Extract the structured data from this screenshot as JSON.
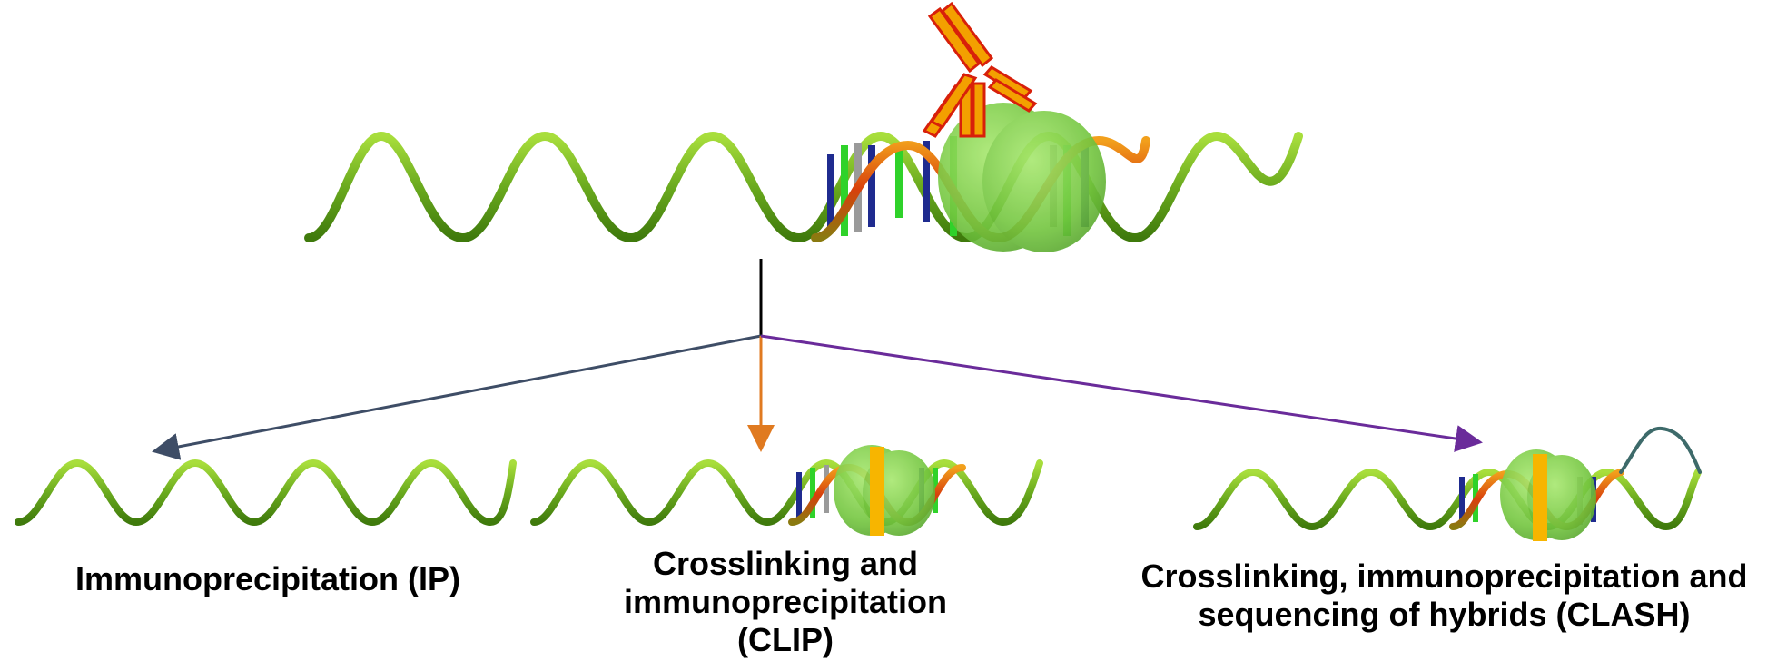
{
  "methods": [
    {
      "id": "ip",
      "lines": [
        "Immunoprecipitation (IP)"
      ]
    },
    {
      "id": "clip",
      "lines": [
        "Crosslinking and",
        "immunoprecipitation",
        "(CLIP)"
      ]
    },
    {
      "id": "clash",
      "lines": [
        "Crosslinking, immunoprecipitation and",
        "sequencing of hybrids (CLASH)"
      ]
    }
  ],
  "colors": {
    "rna_strand": "#6aaa1e",
    "rna_strand_dark": "#3f7a0c",
    "duplex_strand": "#e07010",
    "protein": "#7dd14a",
    "antibody": "#f3a000",
    "antibody_edge": "#d8200a",
    "crosslink": "#f7b500",
    "arrow_ip": "#3e4d66",
    "arrow_clip": "#e07a20",
    "arrow_clash": "#6a2b9a",
    "trunk": "#000000",
    "base_colors": [
      "#1f2b8f",
      "#2fd22a",
      "#9a9a9a",
      "#e06010"
    ]
  }
}
